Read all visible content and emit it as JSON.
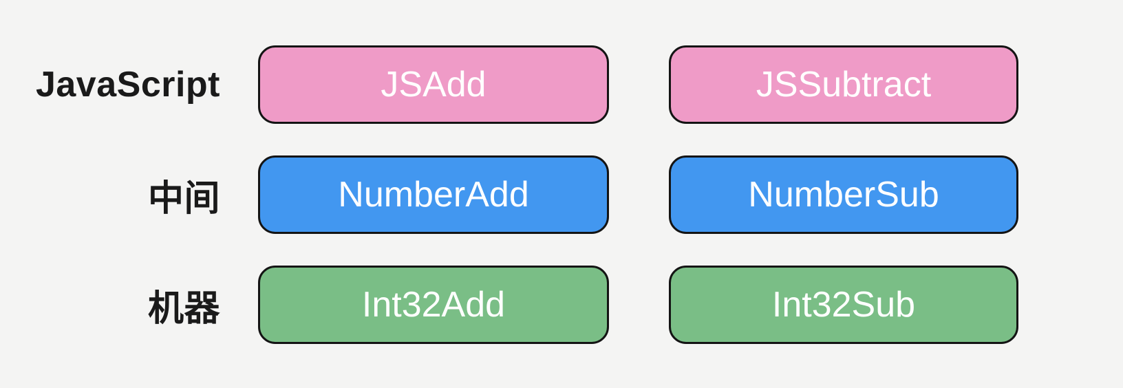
{
  "background": "#f4f4f3",
  "style": {
    "border_color": "#141414",
    "box_text_color": "#ffffff",
    "label_text_color": "#1a1a1a"
  },
  "rows": [
    {
      "label": "JavaScript",
      "color": "#ef9bc7",
      "boxes": [
        "JSAdd",
        "JSSubtract"
      ]
    },
    {
      "label": "中间",
      "color": "#4297f0",
      "boxes": [
        "NumberAdd",
        "NumberSub"
      ]
    },
    {
      "label": "机器",
      "color": "#7abe86",
      "boxes": [
        "Int32Add",
        "Int32Sub"
      ]
    }
  ]
}
